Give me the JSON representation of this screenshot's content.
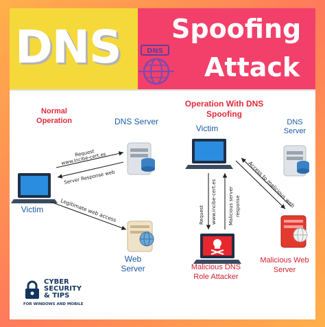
{
  "header": {
    "title_left": "DNS",
    "title_right_line1": "Spoofing",
    "title_right_line2": "Attack",
    "badge_text": "DNS",
    "colors": {
      "left_bg": "#f5d93a",
      "right_bg": "#f2406a",
      "accent_red": "#e02a3a",
      "brand_blue": "#14345e"
    }
  },
  "normal": {
    "heading_line1": "Normal",
    "heading_line2": "Operation",
    "dns_server_label": "DNS Server",
    "victim_label": "Victim",
    "web_server_line1": "Web",
    "web_server_line2": "Server",
    "arrow_request_line1": "Request",
    "arrow_request_line2": "www.incibe-cert.es",
    "arrow_response": "Server Response web",
    "arrow_legit": "Legitimate web access"
  },
  "spoofed": {
    "heading_line1": "Operation With DNS",
    "heading_line2": "Spoofing",
    "victim_label": "Victim",
    "dns_server_line1": "DNS",
    "dns_server_line2": "Server",
    "arrow_access": "Access to malicious web",
    "arrow_request_line1": "Request",
    "arrow_request_line2": "www.incibe-cert.es",
    "arrow_malicious_line1": "Malicious server",
    "arrow_malicious_line2": "response",
    "attacker_line1": "Malicious DNS",
    "attacker_line2": "Role Attacker",
    "malicious_web_line1": "Malicious Web",
    "malicious_web_line2": "Server"
  },
  "footer": {
    "logo_line1": "CYBER",
    "logo_line2": "SECURITY",
    "logo_line3": "& TIPS",
    "logo_sub": "FOR WINDOWS AND MOBILE"
  }
}
